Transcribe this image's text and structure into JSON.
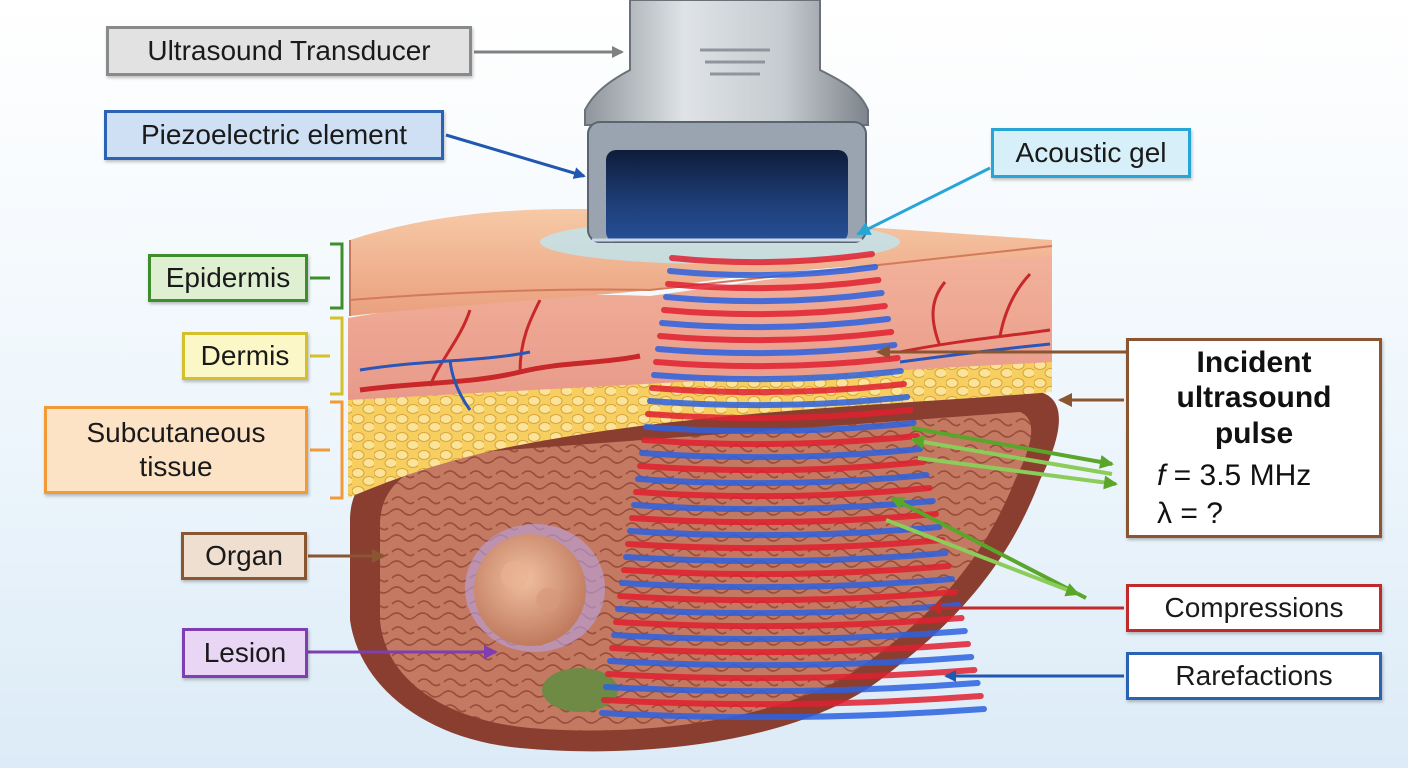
{
  "labels": {
    "transducer": "Ultrasound Transducer",
    "piezo": "Piezoelectric element",
    "gel": "Acoustic gel",
    "epidermis": "Epidermis",
    "dermis": "Dermis",
    "subcutaneous_line1": "Subcutaneous",
    "subcutaneous_line2": "tissue",
    "organ": "Organ",
    "lesion": "Lesion",
    "compressions": "Compressions",
    "rarefactions": "Rarefactions"
  },
  "pulse": {
    "title_lines": [
      "Incident",
      "ultrasound",
      "pulse"
    ],
    "frequency_symbol": "f",
    "frequency_value": " = 3.5 MHz",
    "wavelength_symbol": "λ",
    "wavelength_value": " = ?"
  },
  "colors": {
    "compression": "#e02030",
    "rarefaction": "#2a62e0",
    "reflection": "#6ab82c",
    "skin": "#f2b08c",
    "fat": "#f5cf5c",
    "organ": "#9a4a3a"
  }
}
